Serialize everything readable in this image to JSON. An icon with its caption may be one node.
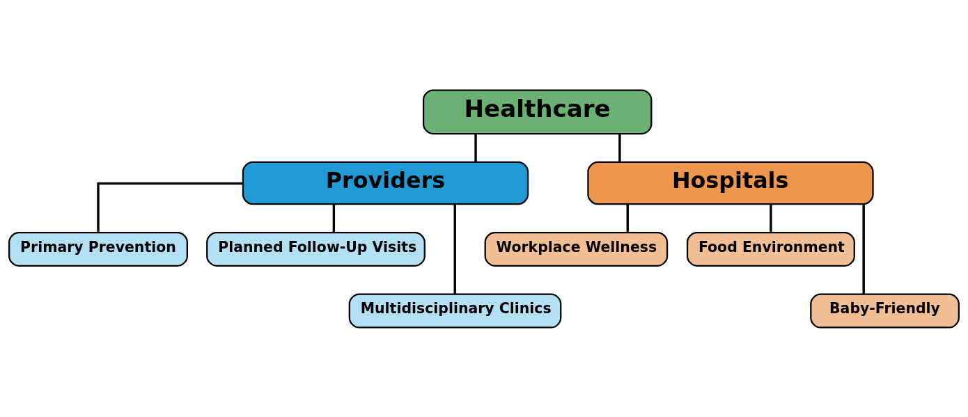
{
  "diagram": {
    "nodes": [
      {
        "text": [
          "Healthcare"
        ]
      },
      {
        "text": [
          "Providers"
        ]
      },
      {
        "text": [
          "Hospitals"
        ]
      },
      {
        "text": [
          "Primary Prevention"
        ]
      },
      {
        "text": [
          "Planned Follow-Up Visits"
        ]
      },
      {
        "text": [
          "Multidisciplinary Clinics"
        ]
      },
      {
        "text": [
          "Workplace Wellness"
        ]
      },
      {
        "text": [
          "Food Environment"
        ]
      },
      {
        "text": [
          "Baby-Friendly"
        ]
      }
    ],
    "edges": [
      {
        "from": 0,
        "to": 1,
        "arrow": "none"
      },
      {
        "from": 0,
        "to": 2,
        "arrow": "none"
      },
      {
        "from": 1,
        "to": 3,
        "arrow": "none"
      },
      {
        "from": 1,
        "to": 5,
        "arrow": "none"
      },
      {
        "from": 1,
        "to": 4,
        "arrow": "none"
      },
      {
        "from": 2,
        "to": 6,
        "arrow": "none"
      },
      {
        "from": 2,
        "to": 8,
        "arrow": "none"
      },
      {
        "from": 2,
        "to": 7,
        "arrow": "none"
      }
    ]
  }
}
